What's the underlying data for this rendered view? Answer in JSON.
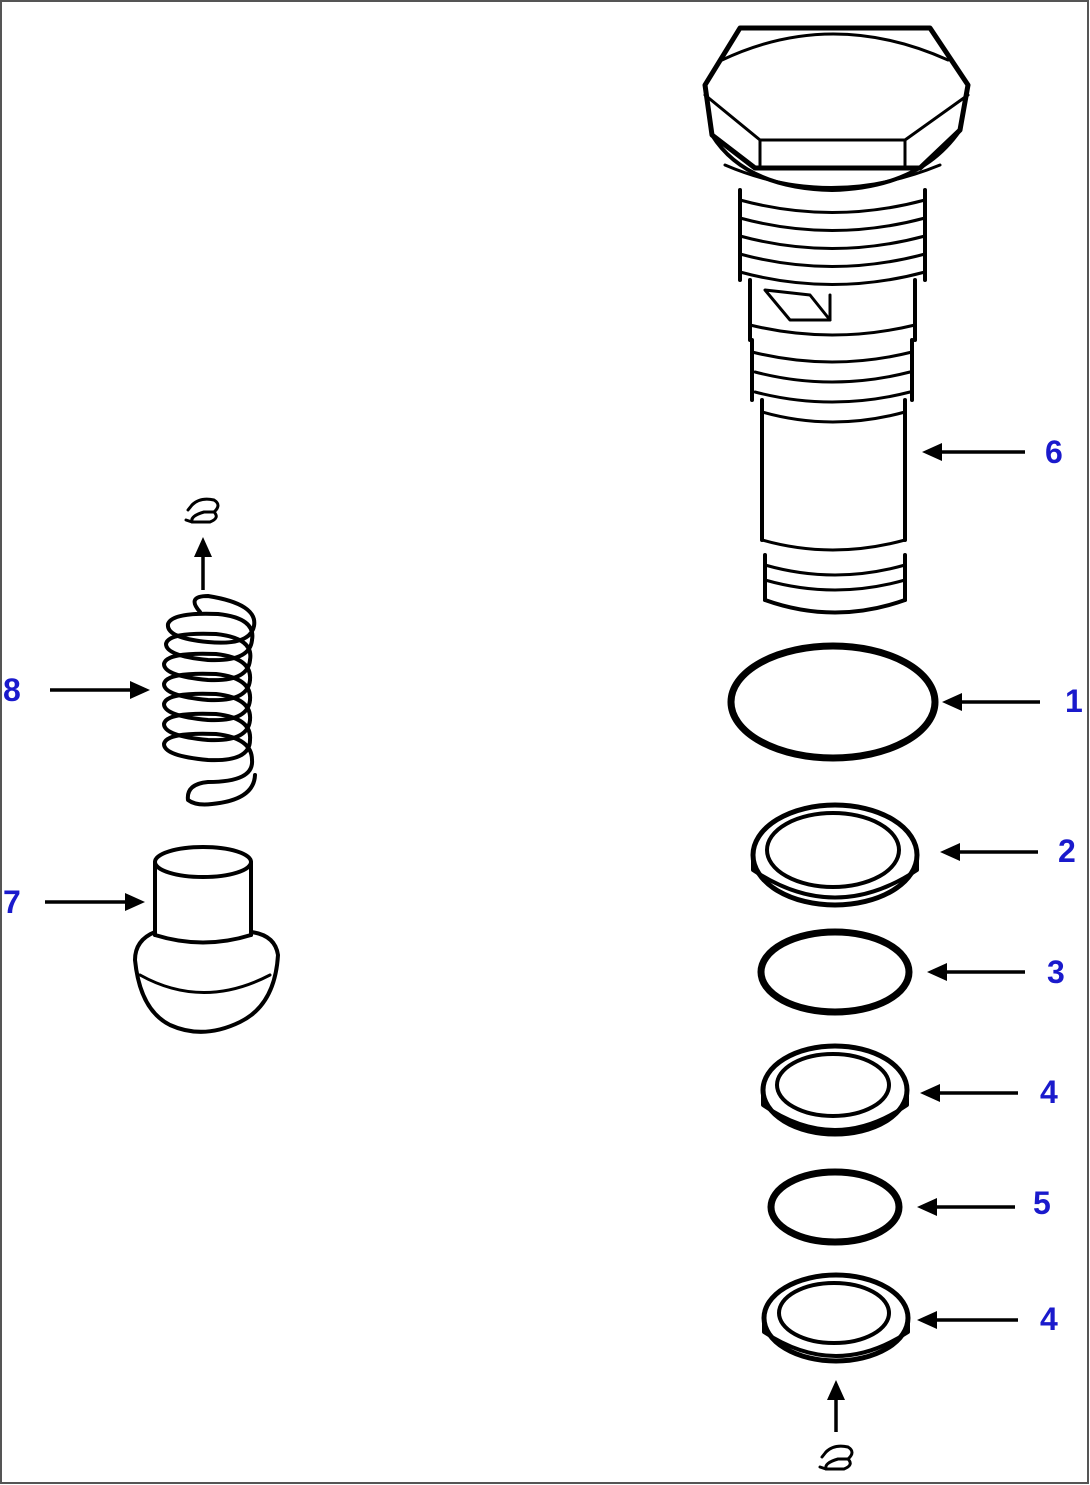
{
  "colors": {
    "callout": "#1a1acc",
    "line": "#000000",
    "background": "#ffffff"
  },
  "callouts": {
    "c1": "1",
    "c2": "2",
    "c3": "3",
    "c4a": "4",
    "c5": "5",
    "c4b": "4",
    "c6": "6",
    "c7": "7",
    "c8": "8"
  },
  "icons": {
    "continuation_top": "lubrication-symbol-icon",
    "continuation_bottom": "lubrication-symbol-icon"
  }
}
